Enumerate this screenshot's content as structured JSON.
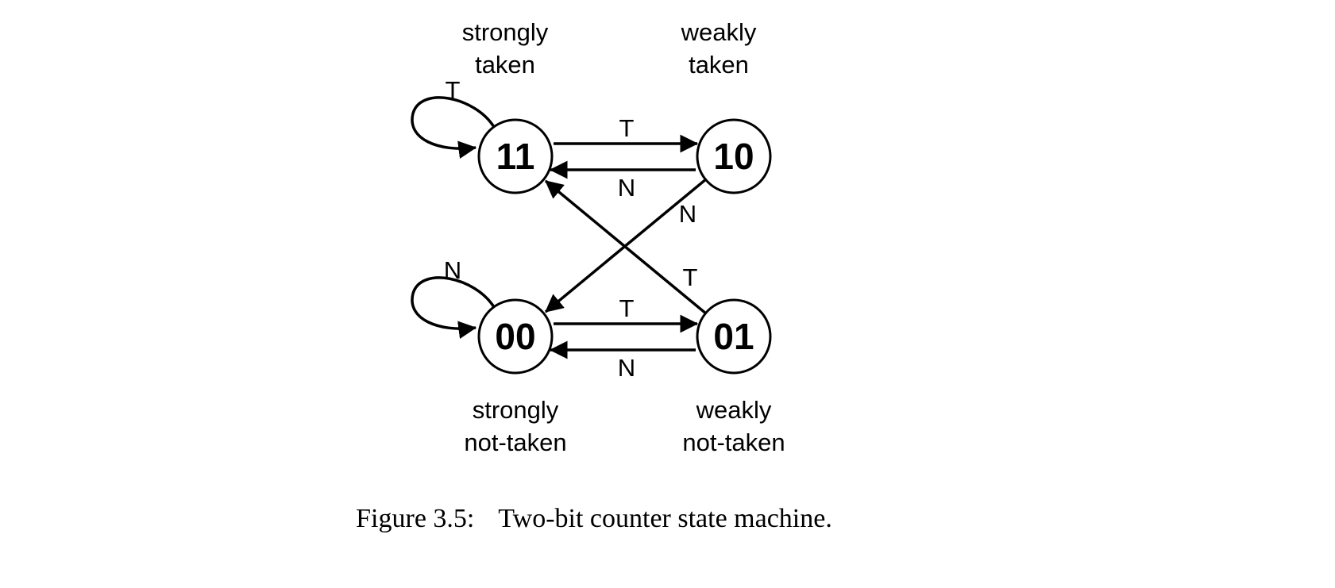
{
  "colors": {
    "ink": "#000000",
    "background": "#ffffff"
  },
  "diagram": {
    "title": "Two-bit counter state machine",
    "states": [
      {
        "id": "11",
        "label": "11",
        "caption_line1": "strongly",
        "caption_line2": "taken"
      },
      {
        "id": "10",
        "label": "10",
        "caption_line1": "weakly",
        "caption_line2": "taken"
      },
      {
        "id": "00",
        "label": "00",
        "caption_line1": "strongly",
        "caption_line2": "not-taken"
      },
      {
        "id": "01",
        "label": "01",
        "caption_line1": "weakly",
        "caption_line2": "not-taken"
      }
    ],
    "transitions": [
      {
        "from": "11",
        "to": "11",
        "label": "T",
        "kind": "self-loop"
      },
      {
        "from": "11",
        "to": "10",
        "label": "T",
        "kind": "straight"
      },
      {
        "from": "10",
        "to": "11",
        "label": "N",
        "kind": "straight"
      },
      {
        "from": "10",
        "to": "00",
        "label": "N",
        "kind": "diagonal"
      },
      {
        "from": "01",
        "to": "11",
        "label": "T",
        "kind": "diagonal"
      },
      {
        "from": "00",
        "to": "01",
        "label": "T",
        "kind": "straight"
      },
      {
        "from": "01",
        "to": "00",
        "label": "N",
        "kind": "straight"
      },
      {
        "from": "00",
        "to": "00",
        "label": "N",
        "kind": "self-loop"
      }
    ]
  },
  "caption": {
    "figure_label": "Figure 3.5:",
    "text": "Two-bit counter state machine."
  }
}
